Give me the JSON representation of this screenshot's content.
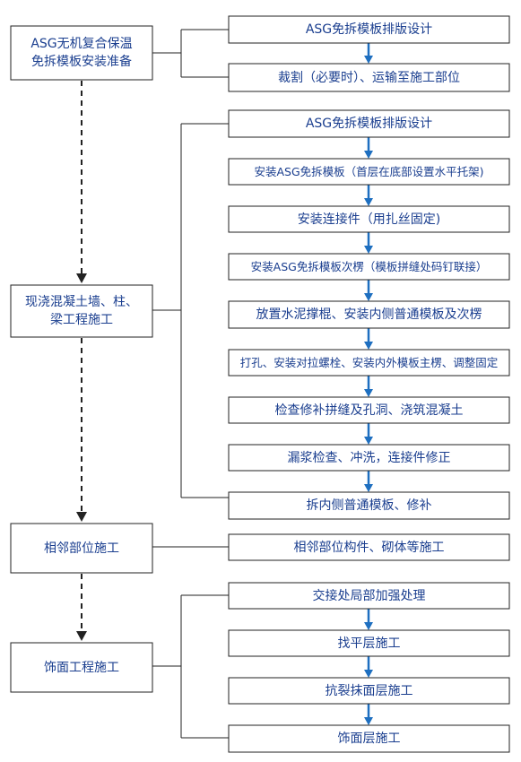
{
  "phases": [
    {
      "label": "ASG无机复合保温\n免拆模板安装准备"
    },
    {
      "label": "现浇混凝土墙、柱、\n梁工程施工"
    },
    {
      "label": "相邻部位施工"
    },
    {
      "label": "饰面工程施工"
    }
  ],
  "steps": [
    {
      "label": "ASG免拆模板排版设计"
    },
    {
      "label": "裁割（必要时）、运输至施工部位"
    },
    {
      "label": "ASG免拆模板排版设计"
    },
    {
      "label": "安装ASG免拆模板（首层在底部设置水平托架)"
    },
    {
      "label": "安装连接件（用扎丝固定)"
    },
    {
      "label": "安装ASG免拆模板次楞（模板拼缝处码钉联接）"
    },
    {
      "label": "放置水泥撑棍、安装内侧普通模板及次楞"
    },
    {
      "label": "打孔、安装对拉螺栓、安装内外模板主楞、调整固定"
    },
    {
      "label": "检查修补拼缝及孔洞、浇筑混凝土"
    },
    {
      "label": "漏浆检查、冲洗，连接件修正"
    },
    {
      "label": "拆内侧普通模板、修补"
    },
    {
      "label": "相邻部位构件、砌体等施工"
    },
    {
      "label": "交接处局部加强处理"
    },
    {
      "label": "找平层施工"
    },
    {
      "label": "抗裂抹面层施工"
    },
    {
      "label": "饰面层施工"
    }
  ],
  "colors": {
    "text": "#1a3e8f",
    "arrow": "#1e6fc0",
    "border": "#222222"
  }
}
